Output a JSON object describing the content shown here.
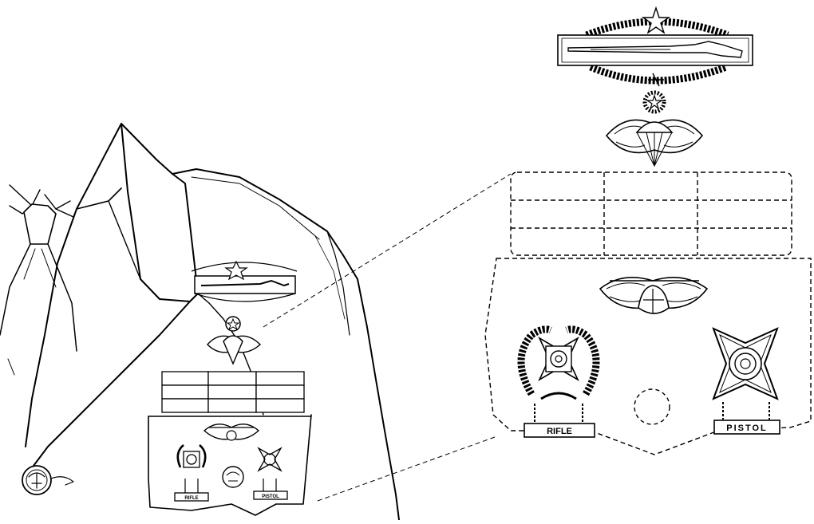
{
  "diagram": {
    "badge_labels": {
      "rifle": "RIFLE",
      "pistol": "PISTOL"
    },
    "small_badge_labels": {
      "rifle": "RIFLE",
      "pistol": "PISTOL"
    },
    "items": [
      {
        "name": "combat-infantryman-badge",
        "icon": "rifle-wreath-star"
      },
      {
        "name": "master-parachutist-badge",
        "icon": "parachute-wings-star-wreath"
      },
      {
        "name": "ribbon-rack",
        "icon": "ribbon-grid",
        "rows": 3,
        "columns": 3
      },
      {
        "name": "air-assault-badge",
        "icon": "helicopter-wings"
      },
      {
        "name": "rifle-expert-qualification-badge",
        "icon": "cross-wreath"
      },
      {
        "name": "pistol-sharpshooter-qualification-badge",
        "icon": "cross-target"
      }
    ],
    "colors": {
      "line": "#000000",
      "background": "#ffffff"
    }
  }
}
